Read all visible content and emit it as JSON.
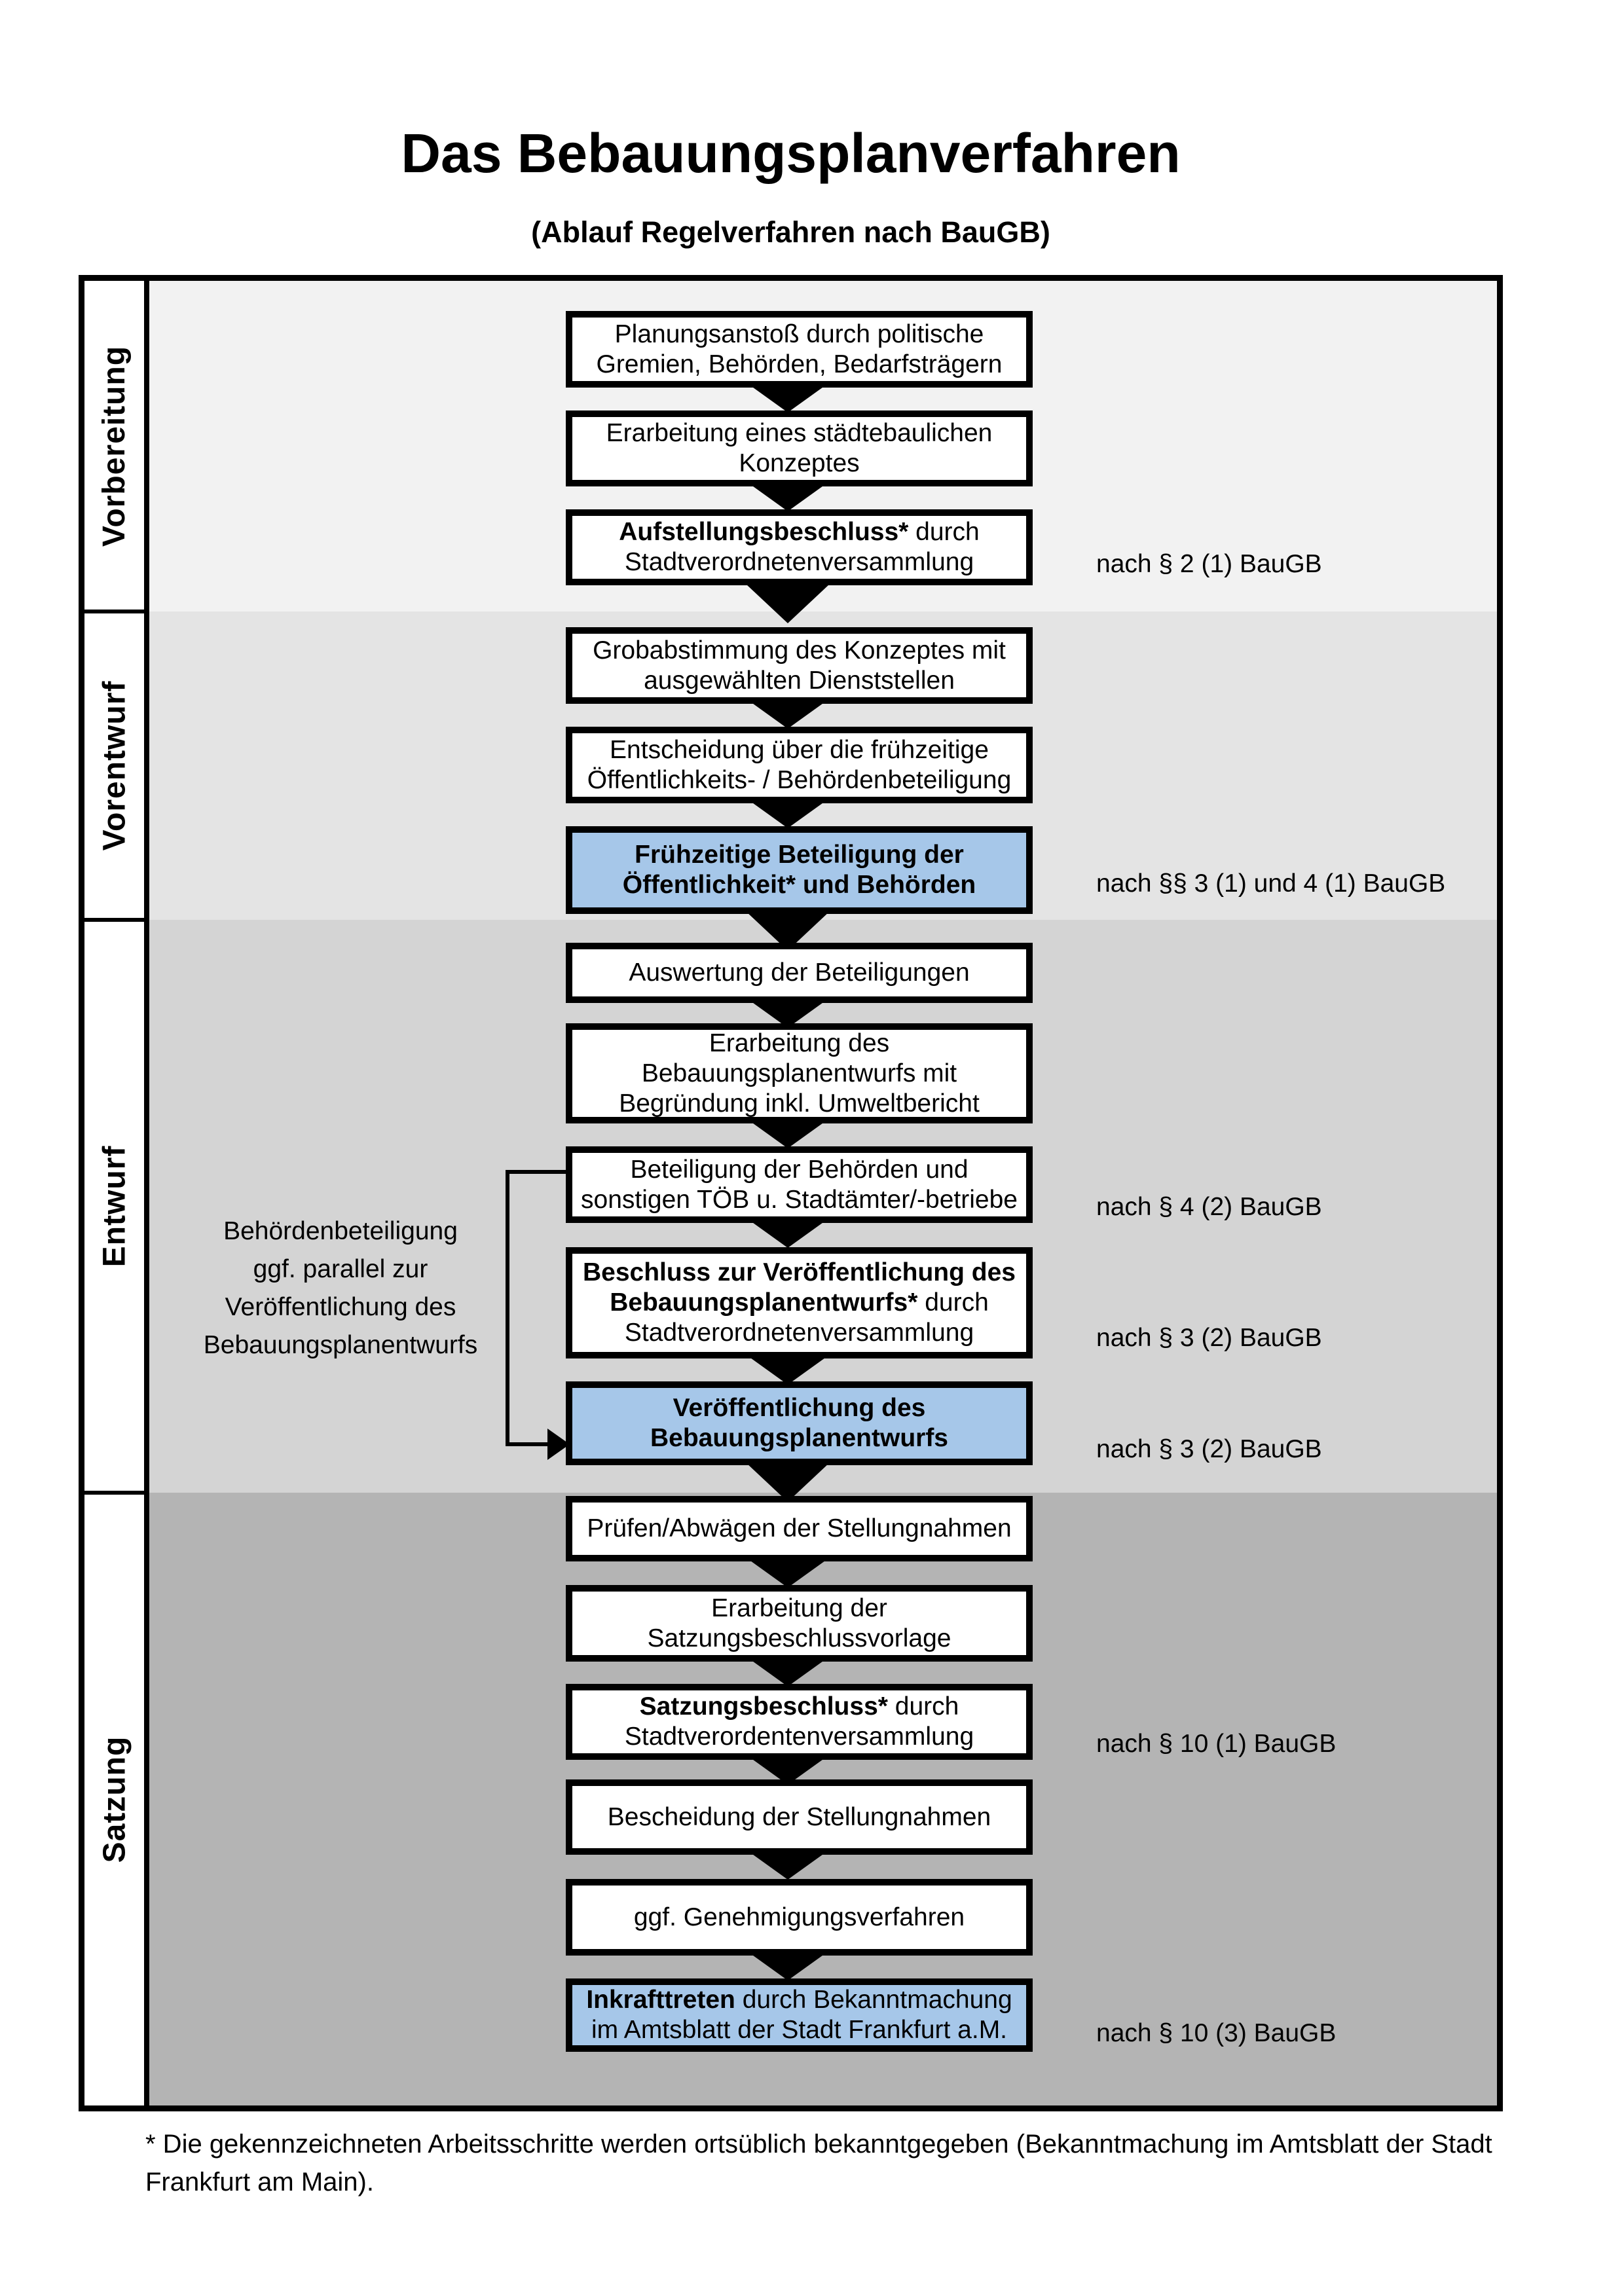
{
  "title": "Das Bebauungsplanverfahren",
  "subtitle": "(Ablauf Regelverfahren nach BauGB)",
  "phases": [
    {
      "label": "Vorbereitung"
    },
    {
      "label": "Vorentwurf"
    },
    {
      "label": "Entwurf"
    },
    {
      "label": "Satzung"
    }
  ],
  "colors": {
    "phase_backgrounds": [
      "#f2f2f2",
      "#e4e4e4",
      "#d4d4d4",
      "#b4b4b4"
    ],
    "highlight_blue": "#a6c7e9",
    "box_background": "#ffffff",
    "line_black": "#000000"
  },
  "flow": {
    "boxes": [
      {
        "id": "planungsanstoss",
        "highlight": false,
        "lines": [
          [
            {
              "t": "Planungsanstoß durch politische"
            }
          ],
          [
            {
              "t": "Gremien, Behörden, Bedarfsträgern"
            }
          ]
        ]
      },
      {
        "id": "staedtebauliches-konzept",
        "highlight": false,
        "lines": [
          [
            {
              "t": "Erarbeitung eines städtebaulichen"
            }
          ],
          [
            {
              "t": "Konzeptes"
            }
          ]
        ]
      },
      {
        "id": "aufstellungsbeschluss",
        "highlight": false,
        "lines": [
          [
            {
              "t": "Aufstellungsbeschluss*",
              "b": true
            },
            {
              "t": " durch"
            }
          ],
          [
            {
              "t": "Stadtverordnetenversammlung"
            }
          ]
        ]
      },
      {
        "id": "grobabstimmung",
        "highlight": false,
        "lines": [
          [
            {
              "t": "Grobabstimmung des Konzeptes mit"
            }
          ],
          [
            {
              "t": "ausgewählten Dienststellen"
            }
          ]
        ]
      },
      {
        "id": "entscheidung-fruehzeitige-beteiligung",
        "highlight": false,
        "lines": [
          [
            {
              "t": "Entscheidung über die frühzeitige"
            }
          ],
          [
            {
              "t": "Öffentlichkeits- / Behördenbeteiligung"
            }
          ]
        ]
      },
      {
        "id": "fruehzeitige-beteiligung",
        "highlight": true,
        "lines": [
          [
            {
              "t": "Frühzeitige Beteiligung der",
              "b": true
            }
          ],
          [
            {
              "t": "Öffentlichkeit* und Behörden",
              "b": true
            }
          ]
        ]
      },
      {
        "id": "auswertung-beteiligungen",
        "highlight": false,
        "lines": [
          [
            {
              "t": "Auswertung der Beteiligungen"
            }
          ]
        ]
      },
      {
        "id": "erarbeitung-bebauungsplanentwurf",
        "highlight": false,
        "lines": [
          [
            {
              "t": "Erarbeitung des"
            }
          ],
          [
            {
              "t": "Bebauungsplanentwurfs mit"
            }
          ],
          [
            {
              "t": "Begründung inkl. Umweltbericht"
            }
          ]
        ]
      },
      {
        "id": "beteiligung-behoerden-toeb",
        "highlight": false,
        "lines": [
          [
            {
              "t": "Beteiligung der Behörden und"
            }
          ],
          [
            {
              "t": "sonstigen TÖB u. Stadtämter/-betriebe"
            }
          ]
        ]
      },
      {
        "id": "beschluss-veroeffentlichung",
        "highlight": false,
        "lines": [
          [
            {
              "t": "Beschluss zur Veröffentlichung des",
              "b": true
            }
          ],
          [
            {
              "t": "Bebauungsplanentwurfs*",
              "b": true
            },
            {
              "t": " durch"
            }
          ],
          [
            {
              "t": "Stadtverordnetenversammlung"
            }
          ]
        ]
      },
      {
        "id": "veroeffentlichung-entwurf",
        "highlight": true,
        "lines": [
          [
            {
              "t": "Veröffentlichung des",
              "b": true
            }
          ],
          [
            {
              "t": "Bebauungsplanentwurfs",
              "b": true
            }
          ]
        ]
      },
      {
        "id": "pruefen-abwaegen",
        "highlight": false,
        "lines": [
          [
            {
              "t": "Prüfen/Abwägen der Stellungnahmen"
            }
          ]
        ]
      },
      {
        "id": "satzungsbeschlussvorlage",
        "highlight": false,
        "lines": [
          [
            {
              "t": "Erarbeitung der"
            }
          ],
          [
            {
              "t": "Satzungsbeschlussvorlage"
            }
          ]
        ]
      },
      {
        "id": "satzungsbeschluss",
        "highlight": false,
        "lines": [
          [
            {
              "t": "Satzungsbeschluss*",
              "b": true
            },
            {
              "t": " durch"
            }
          ],
          [
            {
              "t": "Stadtverordentenversammlung"
            }
          ]
        ]
      },
      {
        "id": "bescheidung-stellungnahmen",
        "highlight": false,
        "lines": [
          [
            {
              "t": "Bescheidung der Stellungnahmen"
            }
          ]
        ]
      },
      {
        "id": "genehmigungsverfahren",
        "highlight": false,
        "lines": [
          [
            {
              "t": "ggf. Genehmigungsverfahren"
            }
          ]
        ]
      },
      {
        "id": "inkrafttreten",
        "highlight": true,
        "lines": [
          [
            {
              "t": "Inkrafttreten",
              "b": true
            },
            {
              "t": " durch Bekanntmachung"
            }
          ],
          [
            {
              "t": "im Amtsblatt der Stadt Frankfurt a.M."
            }
          ]
        ]
      }
    ]
  },
  "references": [
    {
      "text": "nach § 2 (1) BauGB"
    },
    {
      "text": "nach §§ 3 (1) und 4 (1) BauGB"
    },
    {
      "text": "nach § 4 (2) BauGB"
    },
    {
      "text": "nach § 3 (2) BauGB"
    },
    {
      "text": "nach § 3 (2) BauGB"
    },
    {
      "text": "nach § 10 (1) BauGB"
    },
    {
      "text": "nach § 10 (3) BauGB"
    }
  ],
  "side_note": {
    "lines": [
      "Behördenbeteiligung",
      "ggf. parallel zur",
      "Veröffentlichung des",
      "Bebauungsplanentwurfs"
    ]
  },
  "footnote": {
    "lines": [
      "* Die gekennzeichneten Arbeitsschritte werden ortsüblich bekanntgegeben (Bekanntmachung im Amtsblatt  der Stadt",
      "Frankfurt am Main)."
    ]
  }
}
